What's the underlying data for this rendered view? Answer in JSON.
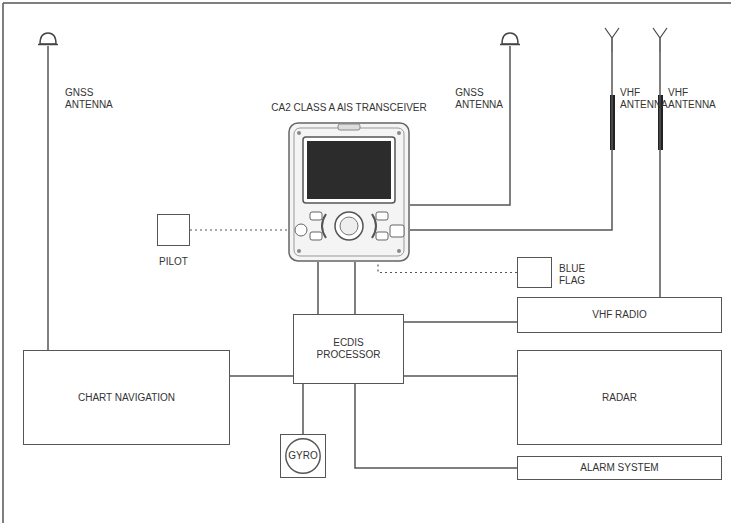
{
  "diagram": {
    "nodes": [
      {
        "text": [
          "GNSS ANTENNA"
        ]
      },
      {
        "text": [
          "CA2 CLASS A AIS TRANSCEIVER"
        ]
      },
      {
        "text": [
          "GNSS ANTENNA"
        ]
      },
      {
        "text": [
          "VHF ANTENNA"
        ]
      },
      {
        "text": [
          "VHF ANTENNA"
        ]
      },
      {
        "text": [
          "PILOT"
        ]
      },
      {
        "text": [
          "BLUE FLAG"
        ]
      },
      {
        "text": [
          "ECDIS PROCESSOR"
        ]
      },
      {
        "text": [
          "VHF RADIO"
        ]
      },
      {
        "text": [
          "CHART NAVIGATION"
        ]
      },
      {
        "text": [
          "RADAR"
        ]
      },
      {
        "text": [
          "GYRO"
        ]
      },
      {
        "text": [
          "ALARM SYSTEM"
        ]
      }
    ],
    "edges": [
      {
        "from": 0,
        "to": 9,
        "arrow": "none"
      },
      {
        "from": 2,
        "to": 1,
        "arrow": "none"
      },
      {
        "from": 3,
        "to": 1,
        "arrow": "none"
      },
      {
        "from": 4,
        "to": 8,
        "arrow": "none"
      },
      {
        "from": 5,
        "to": 1,
        "arrow": "none"
      },
      {
        "from": 6,
        "to": 1,
        "arrow": "none"
      },
      {
        "from": 1,
        "to": 7,
        "arrow": "none"
      },
      {
        "from": 1,
        "to": 7,
        "arrow": "none"
      },
      {
        "from": 7,
        "to": 8,
        "arrow": "none"
      },
      {
        "from": 7,
        "to": 9,
        "arrow": "none"
      },
      {
        "from": 7,
        "to": 10,
        "arrow": "none"
      },
      {
        "from": 7,
        "to": 11,
        "arrow": "none"
      },
      {
        "from": 7,
        "to": 12,
        "arrow": "none"
      }
    ]
  }
}
